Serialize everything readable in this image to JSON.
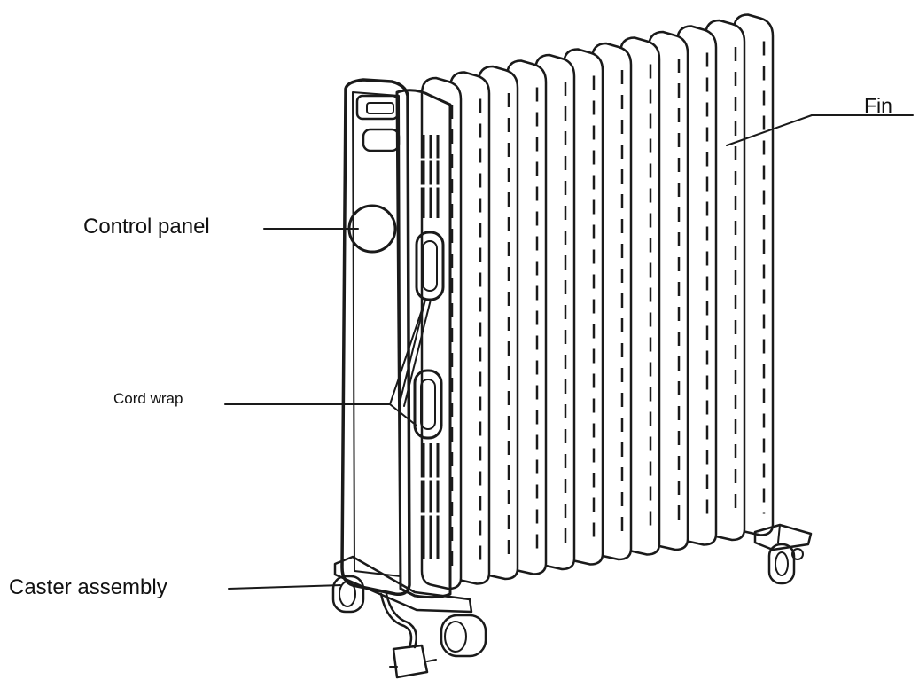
{
  "labels": {
    "fin": "Fin",
    "control_panel": "Control panel",
    "cord_wrap": "Cord wrap",
    "caster_assembly": "Caster assembly"
  },
  "fin_count": 12,
  "colors": {
    "line": "#1a1a1a",
    "background": "#ffffff"
  }
}
